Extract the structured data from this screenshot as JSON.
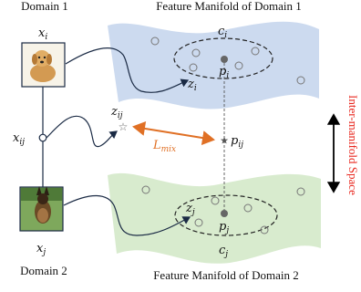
{
  "domain1": {
    "label": "Domain 1",
    "sample_var": "x",
    "sample_sub": "i"
  },
  "domain2": {
    "label": "Domain 2",
    "sample_var": "x",
    "sample_sub": "j"
  },
  "manifold1": {
    "label": "Feature Manifold of Domain 1",
    "color": "#c9d8ee",
    "cluster": {
      "var": "c",
      "sub": "i"
    },
    "prototype": {
      "var": "p",
      "sub": "i"
    },
    "embedding": {
      "var": "z",
      "sub": "i"
    }
  },
  "manifold2": {
    "label": "Feature Manifold of Domain 2",
    "color": "#d6eacb",
    "cluster": {
      "var": "c",
      "sub": "j"
    },
    "prototype": {
      "var": "p",
      "sub": "j"
    },
    "embedding": {
      "var": "z",
      "sub": "j"
    }
  },
  "mix": {
    "sample_var": "x",
    "sample_sub": "ij",
    "embedding_var": "z",
    "embedding_sub": "ij",
    "prototype_var": "p",
    "prototype_sub": "ij",
    "loss_var": "L",
    "loss_sub": "mix",
    "loss_color": "#e07025"
  },
  "inter_manifold": {
    "label": "Inter-manifold Space",
    "color": "#e8261d"
  },
  "icons": {
    "dog1": "golden-dog-image",
    "dog2": "german-shepherd-image"
  }
}
